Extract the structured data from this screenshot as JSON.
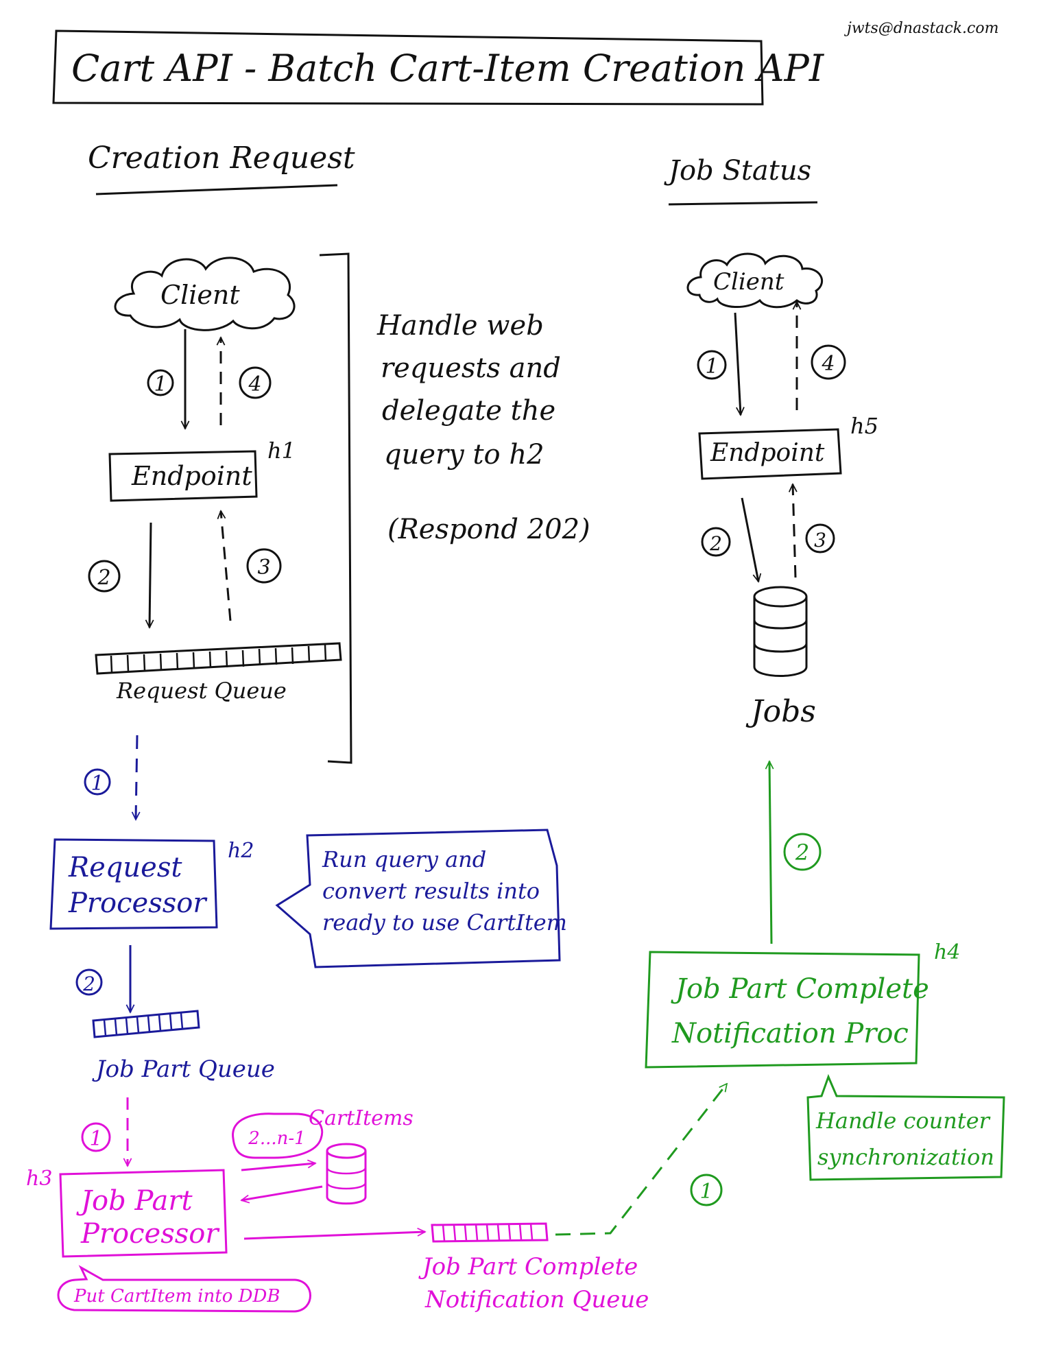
{
  "header": {
    "email": "jwts@dnastack.com",
    "title": "Cart API - Batch Cart-Item Creation API"
  },
  "colors": {
    "black": "#111111",
    "navy": "#1a1a9a",
    "magenta": "#e010d8",
    "green": "#1f9a1f"
  },
  "creation": {
    "heading": "Creation Request",
    "client": "Client",
    "step1": "1",
    "step4": "4",
    "endpoint": "Endpoint",
    "handler1": "h1",
    "step2": "2",
    "step3": "3",
    "queue": "Request Queue",
    "note_lines": [
      "Handle web",
      "requests and",
      "delegate the",
      "query to h2"
    ],
    "note_respond": "(Respond 202)"
  },
  "processor": {
    "step1": "1",
    "label": "Request Processor",
    "handler": "h2",
    "callout_lines": [
      "Run query and",
      "convert results into",
      "ready to use CartItem"
    ],
    "step2": "2",
    "queue": "Job Part Queue"
  },
  "job_part": {
    "step1": "1",
    "handler": "h3",
    "label": "Job Part Processor",
    "loop": "2...n-1",
    "db": "CartItems",
    "note": "Put CartItem into DDB",
    "queue": "Job Part Complete Notification Queue"
  },
  "notify": {
    "step1": "1",
    "label_line1": "Job Part Complete",
    "label_line2": "Notification Proc",
    "handler": "h4",
    "step2": "2",
    "note_line1": "Handle counter",
    "note_line2": "synchronization"
  },
  "status": {
    "heading": "Job Status",
    "client": "Client",
    "step1": "1",
    "step4": "4",
    "endpoint": "Endpoint",
    "handler": "h5",
    "step2": "2",
    "step3": "3",
    "db": "Jobs"
  }
}
